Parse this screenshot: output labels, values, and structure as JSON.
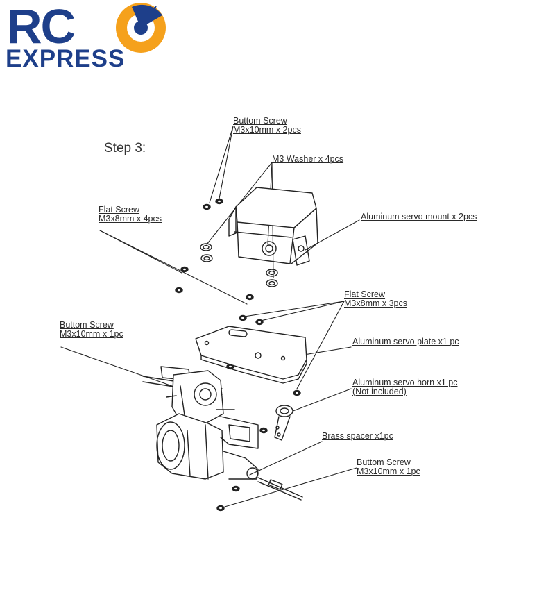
{
  "logo": {
    "brand_top": "RC",
    "brand_bottom": "EXPRESS",
    "primary_color": "#1e3f8a",
    "accent_color": "#f5a11c"
  },
  "step_title": "Step 3:",
  "callouts": {
    "buttom_screw_top": {
      "name": "Buttom Screw",
      "spec": "M3x10mm x 2pcs"
    },
    "washer": {
      "name": "M3 Washer x 4pcs"
    },
    "flat_screw_left": {
      "name": "Flat Screw",
      "spec": "M3x8mm x 4pcs"
    },
    "servo_mount": {
      "name": "Aluminum servo mount x 2pcs"
    },
    "flat_screw_right": {
      "name": "Flat Screw",
      "spec": "M3x8mm x 3pcs"
    },
    "buttom_screw_left": {
      "name": "Buttom Screw",
      "spec": "M3x10mm x 1pc"
    },
    "servo_plate": {
      "name": "Aluminum servo plate x1 pc"
    },
    "servo_horn": {
      "name": "Aluminum servo horn x1 pc",
      "note": "(Not included)"
    },
    "brass_spacer": {
      "name": "Brass spacer x1pc"
    },
    "buttom_screw_bottom": {
      "name": "Buttom Screw",
      "spec": "M3x10mm x 1pc"
    }
  }
}
